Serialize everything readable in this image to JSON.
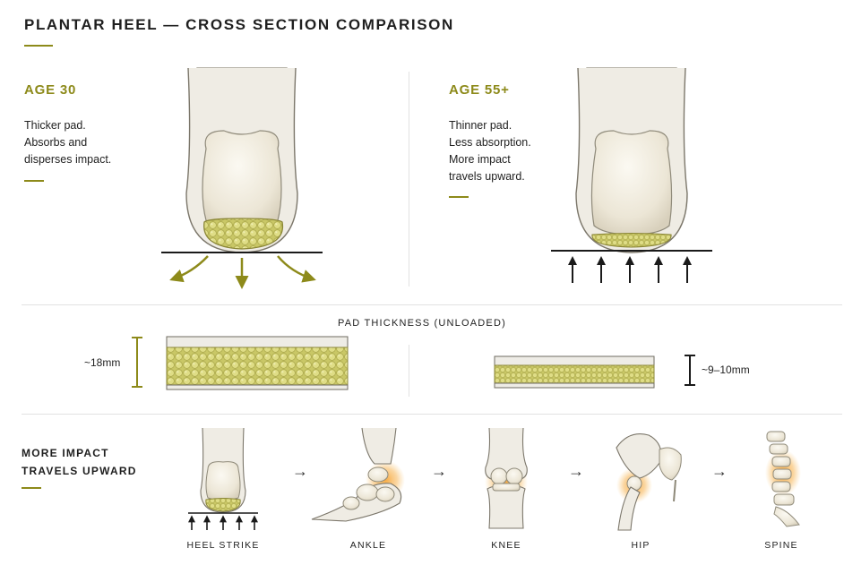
{
  "header": {
    "title": "PLANTAR HEEL — CROSS SECTION COMPARISON"
  },
  "panels": {
    "left": {
      "age": "AGE 30",
      "lines": [
        "Thicker pad.",
        "Absorbs and",
        "disperses impact."
      ]
    },
    "right": {
      "age": "AGE 55+",
      "lines": [
        "Thinner pad.",
        "Less absorption.",
        "More impact",
        "travels upward."
      ]
    }
  },
  "thickness": {
    "caption": "PAD THICKNESS (UNLOADED)",
    "young_label": "~18mm",
    "old_label": "~9–10mm"
  },
  "chain": {
    "heading": [
      "MORE IMPACT",
      "TRAVELS UPWARD"
    ],
    "arrow_glyph": "→",
    "stages": [
      "HEEL STRIKE",
      "ANKLE",
      "KNEE",
      "HIP",
      "SPINE"
    ]
  },
  "colors": {
    "accent": "#8d8a1a",
    "fat": "#d6d57a",
    "bone": "#efeade",
    "highlight": "#f3a33a"
  }
}
